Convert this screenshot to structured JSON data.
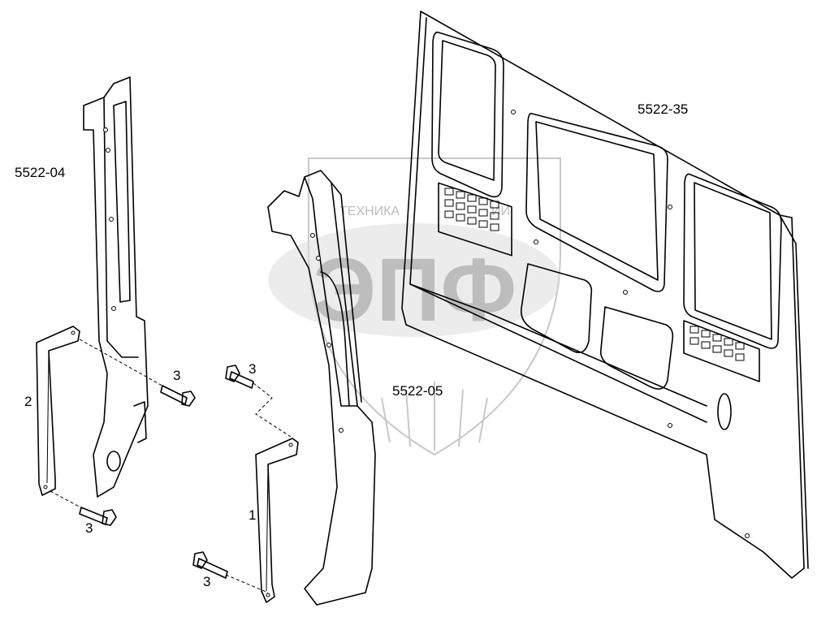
{
  "labels": {
    "left_pillar": "5522-04",
    "middle_pillar": "5522-05",
    "back_panel": "5522-35"
  },
  "callouts": {
    "left_bracket": "2",
    "middle_bracket": "1",
    "bolt_upper_left": "3",
    "bolt_lower_left": "3",
    "bolt_upper_middle": "3",
    "bolt_lower_middle": "3"
  },
  "watermark": {
    "top_text_left": "ТЕХНИКА",
    "top_text_right": "ИИ",
    "main_text": "ЭПФ"
  }
}
